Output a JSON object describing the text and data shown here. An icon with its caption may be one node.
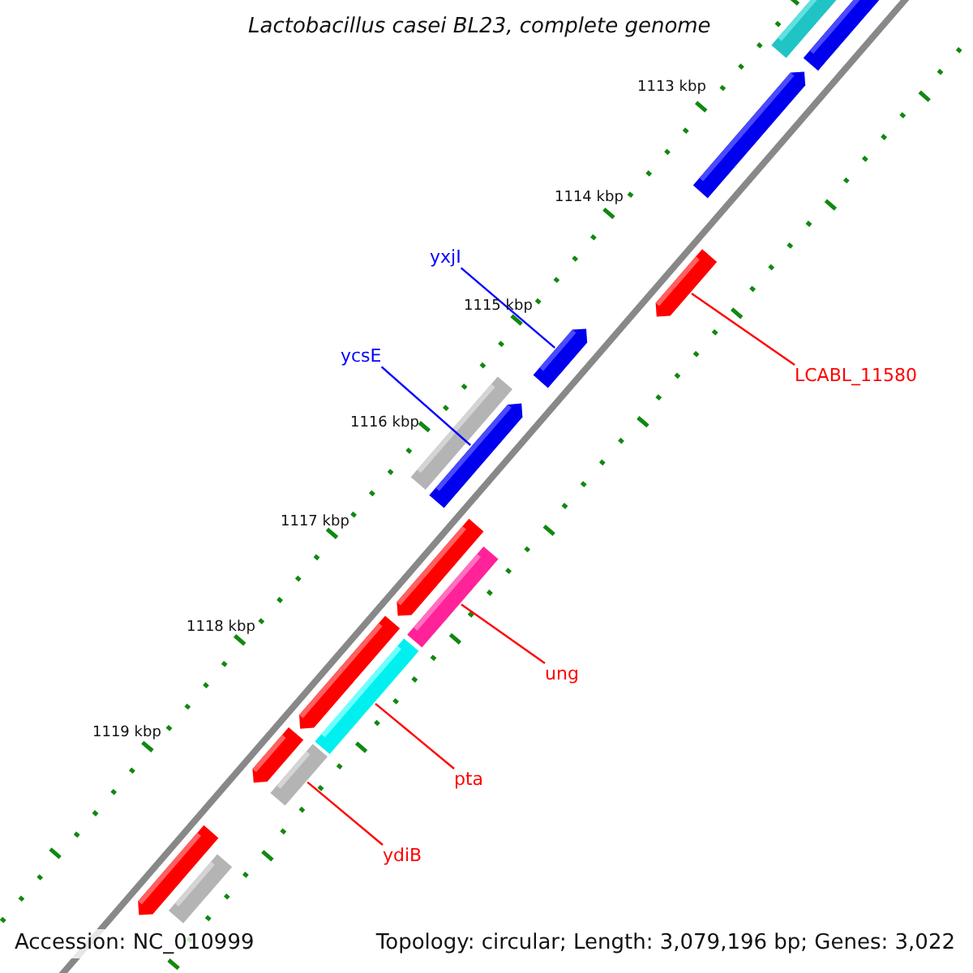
{
  "diagram": {
    "title": "Lactobacillus casei BL23, complete genome",
    "nodes": [
      {
        "text": [
          "yxjI"
        ]
      },
      {
        "text": [
          "ycsE"
        ]
      },
      {
        "text": [
          "LCABL_11580"
        ]
      },
      {
        "text": [
          "ung"
        ]
      },
      {
        "text": [
          "pta"
        ]
      },
      {
        "text": [
          "ydiB"
        ]
      },
      {
        "text": [],
        "shape": "bar"
      },
      {
        "text": [],
        "shape": "bar"
      },
      {
        "text": [],
        "shape": "bar"
      },
      {
        "text": [],
        "shape": "bar"
      },
      {
        "text": [],
        "shape": "bar"
      },
      {
        "text": [],
        "shape": "bar"
      },
      {
        "text": [],
        "shape": "bar"
      },
      {
        "text": [],
        "shape": "bar"
      },
      {
        "text": [],
        "shape": "bar"
      },
      {
        "text": [],
        "shape": "bar"
      },
      {
        "text": [],
        "shape": "bar"
      },
      {
        "text": [],
        "shape": "bar"
      },
      {
        "text": [],
        "shape": "bar"
      },
      {
        "text": [],
        "shape": "bar"
      },
      {
        "text": [],
        "shape": "bar"
      }
    ],
    "edges": [
      {
        "from": 0,
        "to": 10,
        "arrow": "none",
        "color": "#0000ff"
      },
      {
        "from": 1,
        "to": 12,
        "arrow": "none",
        "color": "#0000ff"
      },
      {
        "from": 2,
        "to": 9,
        "arrow": "none"
      },
      {
        "from": 3,
        "to": 14,
        "arrow": "none"
      },
      {
        "from": 4,
        "to": 16,
        "arrow": "none"
      },
      {
        "from": 5,
        "to": 18,
        "arrow": "none"
      }
    ],
    "labels": [
      "1113 kbp",
      "1114 kbp",
      "1115 kbp",
      "1116 kbp",
      "1117 kbp",
      "1118 kbp",
      "1119 kbp",
      "Accession: NC_010999",
      "Topology: circular; Length: 3,079,196 bp; Genes: 3,022"
    ]
  }
}
